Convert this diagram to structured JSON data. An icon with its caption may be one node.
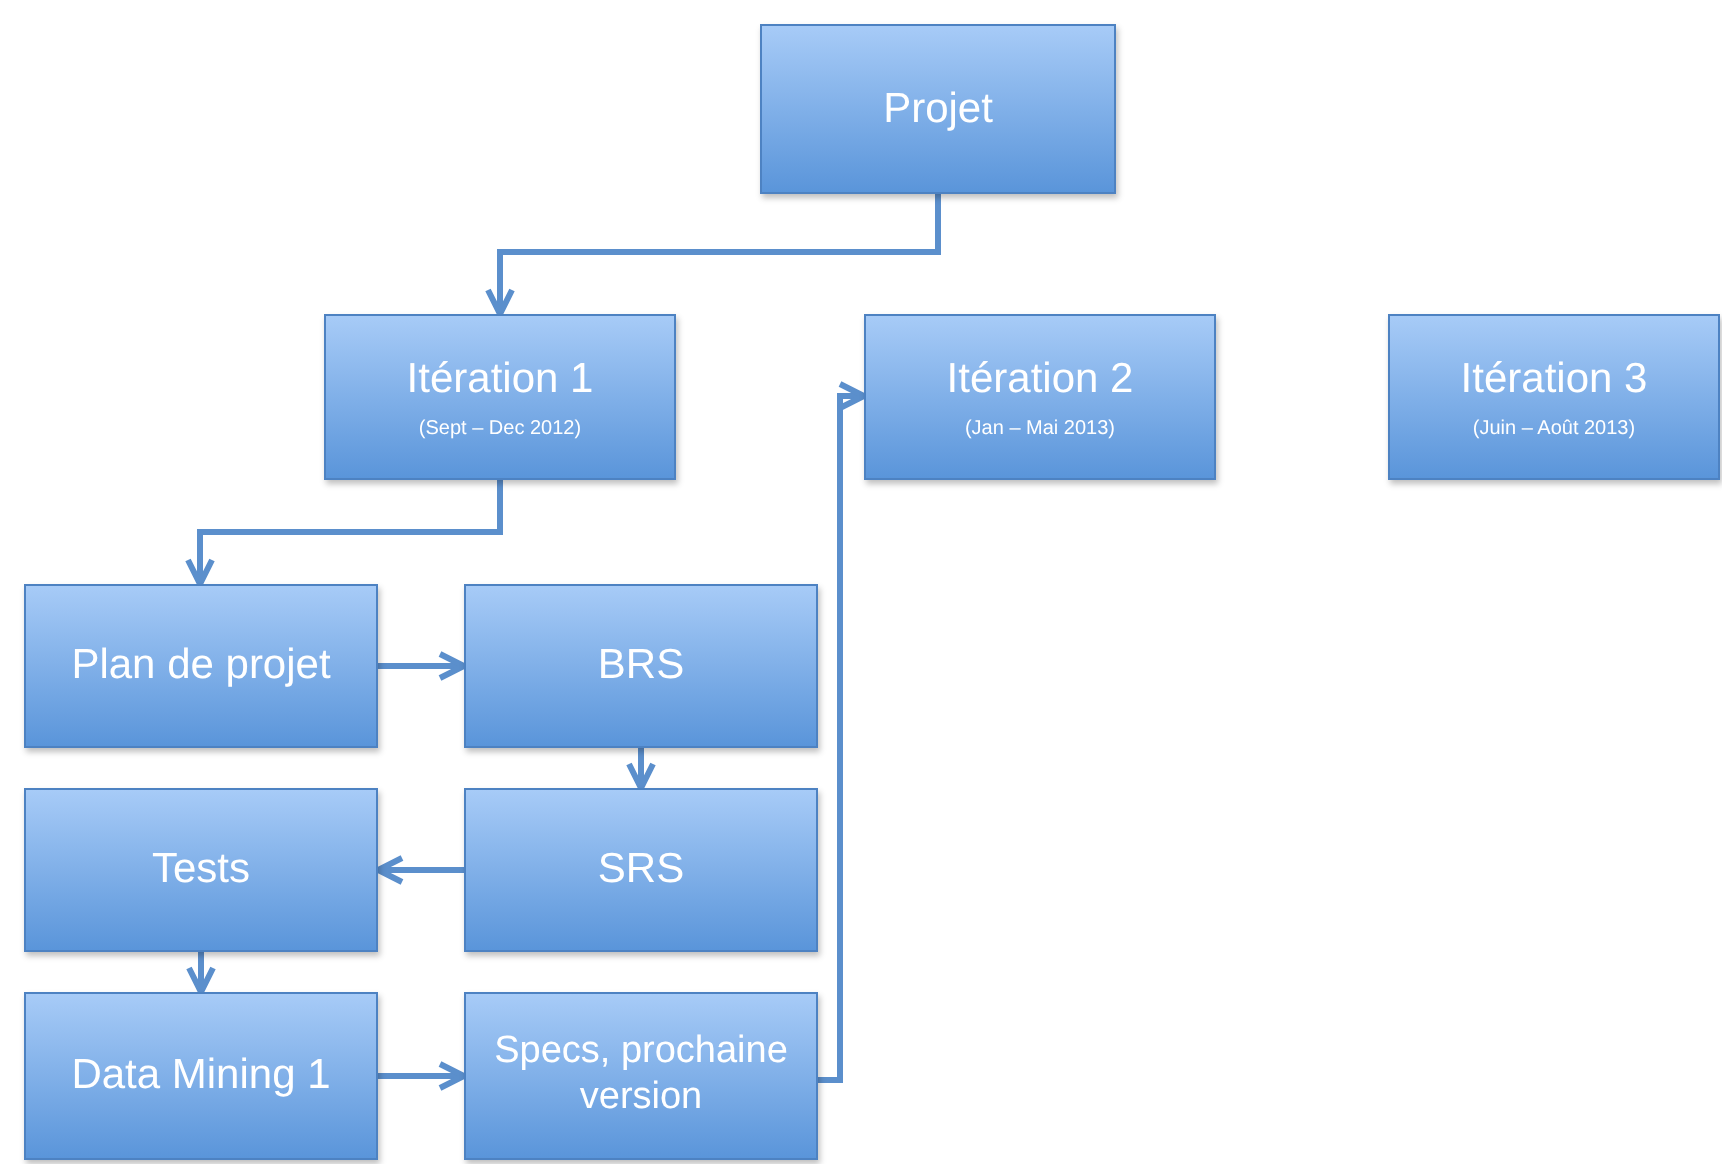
{
  "diagram": {
    "nodes": [
      {
        "text": [
          "Projet"
        ]
      },
      {
        "text": [
          "Itération 1",
          "(Sept – Dec 2012)"
        ]
      },
      {
        "text": [
          "Itération 2",
          "(Jan – Mai 2013)"
        ]
      },
      {
        "text": [
          "Itération 3",
          "(Juin – Août 2013)"
        ]
      },
      {
        "text": [
          "Plan de projet"
        ]
      },
      {
        "text": [
          "BRS"
        ]
      },
      {
        "text": [
          "Tests"
        ]
      },
      {
        "text": [
          "SRS"
        ]
      },
      {
        "text": [
          "Data Mining 1"
        ]
      },
      {
        "text": [
          "Specs, prochaine version"
        ]
      }
    ],
    "edges": [
      {
        "from": 0,
        "to": 1,
        "arrow": "to"
      },
      {
        "from": 1,
        "to": 4,
        "arrow": "to"
      },
      {
        "from": 4,
        "to": 5,
        "arrow": "to"
      },
      {
        "from": 5,
        "to": 7,
        "arrow": "to"
      },
      {
        "from": 7,
        "to": 6,
        "arrow": "to"
      },
      {
        "from": 6,
        "to": 8,
        "arrow": "to"
      },
      {
        "from": 8,
        "to": 9,
        "arrow": "to"
      },
      {
        "from": 9,
        "to": 2,
        "arrow": "to"
      }
    ]
  }
}
